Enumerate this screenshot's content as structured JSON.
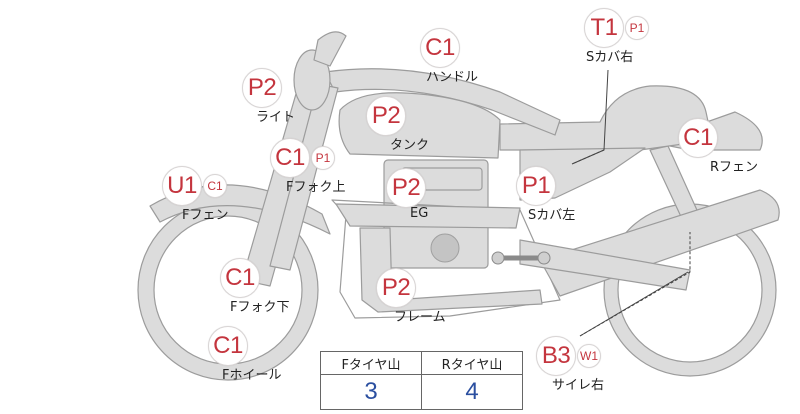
{
  "parts": [
    {
      "id": "handle",
      "codes": [
        {
          "text": "C1",
          "size": "big"
        }
      ],
      "label": "ハンドル"
    },
    {
      "id": "s-cover-right",
      "codes": [
        {
          "text": "T1",
          "size": "big"
        },
        {
          "text": "P1",
          "size": "small"
        }
      ],
      "label": "Sカバ右"
    },
    {
      "id": "light",
      "codes": [
        {
          "text": "P2",
          "size": "big"
        }
      ],
      "label": "ライト"
    },
    {
      "id": "tank",
      "codes": [
        {
          "text": "P2",
          "size": "big"
        }
      ],
      "label": "タンク"
    },
    {
      "id": "r-fender",
      "codes": [
        {
          "text": "C1",
          "size": "big"
        }
      ],
      "label": "Rフェン"
    },
    {
      "id": "f-fork-upper",
      "codes": [
        {
          "text": "C1",
          "size": "big"
        },
        {
          "text": "P1",
          "size": "small"
        }
      ],
      "label": "Fフォク上"
    },
    {
      "id": "f-fender",
      "codes": [
        {
          "text": "U1",
          "size": "big"
        },
        {
          "text": "C1",
          "size": "small"
        }
      ],
      "label": "Fフェン"
    },
    {
      "id": "eg",
      "codes": [
        {
          "text": "P2",
          "size": "big"
        }
      ],
      "label": "EG"
    },
    {
      "id": "s-cover-left",
      "codes": [
        {
          "text": "P1",
          "size": "big"
        }
      ],
      "label": "Sカバ左"
    },
    {
      "id": "f-fork-lower",
      "codes": [
        {
          "text": "C1",
          "size": "big"
        }
      ],
      "label": "Fフォク下"
    },
    {
      "id": "frame",
      "codes": [
        {
          "text": "P2",
          "size": "big"
        }
      ],
      "label": "フレーム"
    },
    {
      "id": "f-wheel",
      "codes": [
        {
          "text": "C1",
          "size": "big"
        }
      ],
      "label": "Fホイール"
    },
    {
      "id": "silencer-right",
      "codes": [
        {
          "text": "B3",
          "size": "big"
        },
        {
          "text": "W1",
          "size": "small"
        }
      ],
      "label": "サイレ右"
    }
  ],
  "tire_table": {
    "headers": [
      "Fタイヤ山",
      "Rタイヤ山"
    ],
    "values": [
      "3",
      "4"
    ]
  },
  "colors": {
    "body_fill": "#dcdcdc",
    "body_stroke": "#9a9a9a",
    "code_text": "#c4353e",
    "tire_value": "#2b4fa0"
  }
}
